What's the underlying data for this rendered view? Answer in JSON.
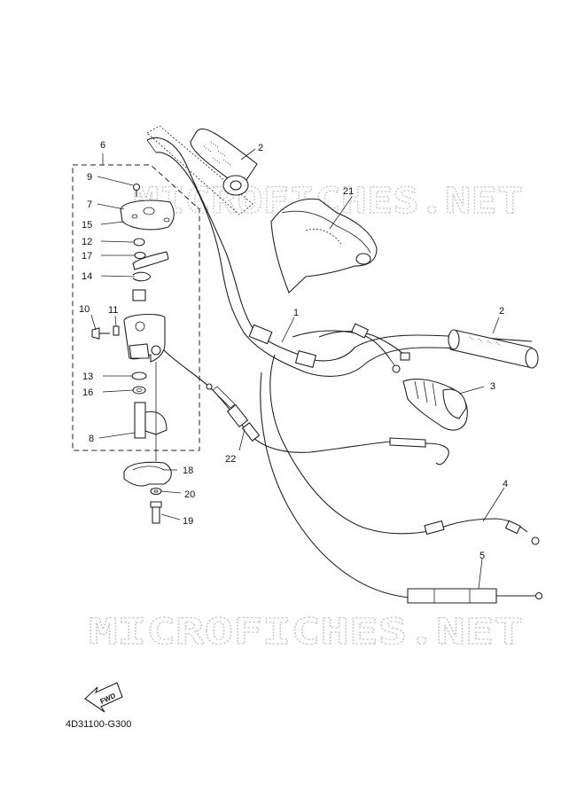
{
  "watermark": "MICROFICHES.NET",
  "part_code": "4D31100-G300",
  "fwd_label": "FWD",
  "callouts": {
    "c1": "1",
    "c2a": "2",
    "c2b": "2",
    "c3": "3",
    "c4": "4",
    "c5": "5",
    "c6": "6",
    "c7": "7",
    "c8": "8",
    "c9": "9",
    "c10": "10",
    "c11": "11",
    "c12": "12",
    "c13": "13",
    "c14": "14",
    "c15": "15",
    "c16": "16",
    "c17": "17",
    "c18": "18",
    "c19": "19",
    "c20": "20",
    "c21": "21",
    "c22": "22"
  },
  "colors": {
    "line": "#222222",
    "watermark": "#c9c9c9",
    "background": "#ffffff"
  }
}
